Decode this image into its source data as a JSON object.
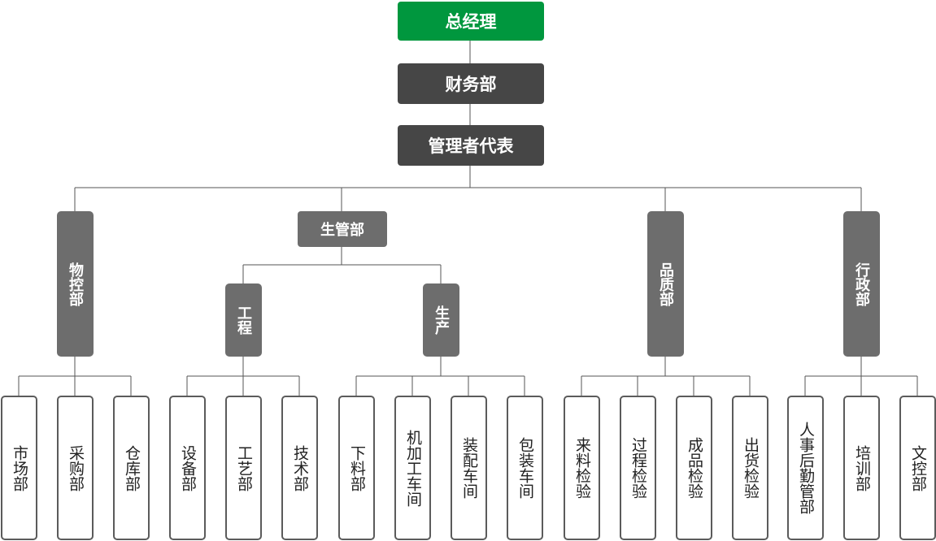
{
  "top": "总经理",
  "finance": "财务部",
  "rep": "管理者代表",
  "material": "物控部",
  "production_mgmt": "生管部",
  "engineering": "工程",
  "production": "生产",
  "quality": "品质部",
  "admin": "行政部",
  "material_children": [
    "市场部",
    "采购部",
    "仓库部"
  ],
  "engineering_children": [
    "设备部",
    "工艺部",
    "技术部"
  ],
  "production_children": [
    "下料部",
    "机加工车间",
    "装配车间",
    "包装车间"
  ],
  "quality_children": [
    "来料检验",
    "过程检验",
    "成品检验",
    "出货检验"
  ],
  "admin_children": [
    "人事后勤管部",
    "培训部",
    "文控部"
  ],
  "colors": {
    "top": "#00973e",
    "dark": "#464646",
    "mid": "#6d6d6d",
    "line": "#555555"
  }
}
